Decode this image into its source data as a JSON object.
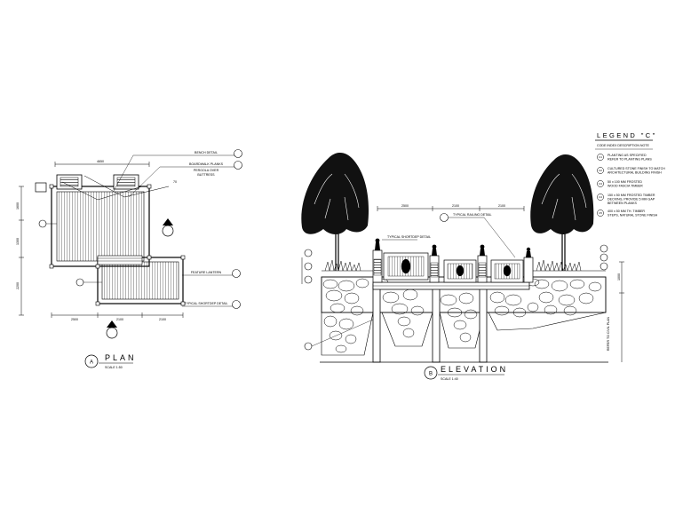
{
  "plan": {
    "title": "PLAN",
    "label": "A",
    "scale": "SCALE 1:50",
    "dims_top": [
      "4650"
    ],
    "dims_left": [
      "1600",
      "1300",
      "2200"
    ],
    "dims_bottom": [
      "2500",
      "2100",
      "2100"
    ],
    "callouts": [
      "BENCH DETAIL",
      "BOARDWALK PLANKS",
      "PERGOLA OVER",
      "BUTTRESS",
      "FEATURE LANTERN",
      "TYPICAL SHORTDEP DETAIL"
    ],
    "level": "70"
  },
  "elevation": {
    "title": "ELEVATION",
    "label": "B",
    "scale": "SCALE 1:40",
    "dims_top": [
      "2500",
      "2100",
      "2100"
    ],
    "notes": [
      "TYPICAL RAILING DETAIL",
      "TYPICAL SHORTDEP DETAIL"
    ],
    "vertical_note": "REFER TO CIVIL PLAN",
    "right_dim": "1000"
  },
  "legend": {
    "title": "LEGEND \"C\"",
    "header": "CODE INDEX   DESCRIPTION   NOTE",
    "items": [
      {
        "code": "C1",
        "lines": [
          "PLANTING AS SPECIFIED",
          "REFER TO PLANTING PLANS"
        ]
      },
      {
        "code": "C2",
        "lines": [
          "CULTURED STONE FINISH TO MATCH",
          "ARCHITECTURAL BUILDING FINISH"
        ]
      },
      {
        "code": "C3",
        "lines": [
          "50 x 100 MM FROSTED",
          "WOOD FASCIA TIMBER"
        ]
      },
      {
        "code": "C4",
        "lines": [
          "150 x 50 MM FROSTED TIMBER",
          "DECKING, PROVIDE 5 MM GAP",
          "BETWEEN PLANKS"
        ]
      },
      {
        "code": "C5",
        "lines": [
          "400 x 50 MM TH. TIMBER",
          "STEPS, NATURAL STONE FINISH"
        ]
      }
    ]
  }
}
